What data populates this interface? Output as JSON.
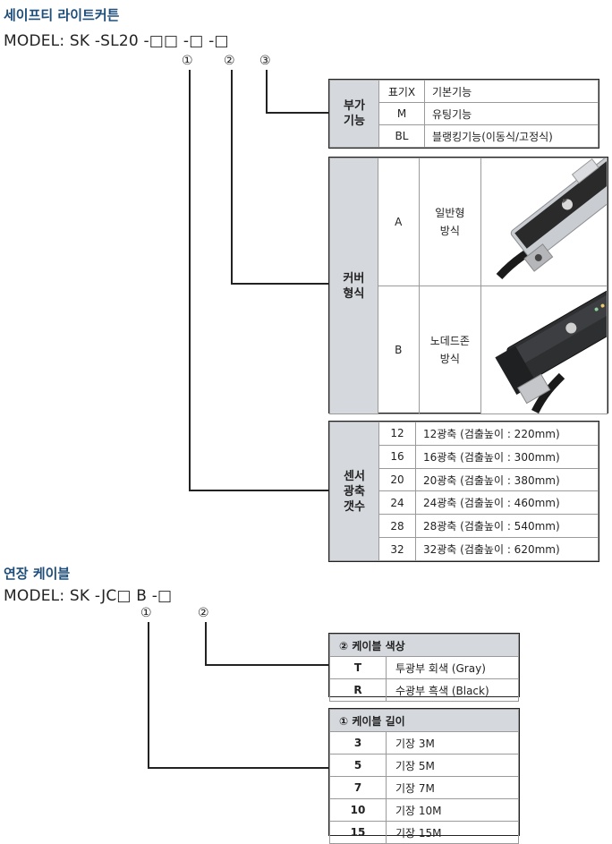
{
  "section1": {
    "title": "세이프티 라이트커튼",
    "model": "MODEL: SK -SL20 -□□ -□ -□",
    "markers": [
      "①",
      "②",
      "③"
    ]
  },
  "options_table": {
    "header": "부가\n기능",
    "rows": [
      {
        "code": "표기X",
        "desc": "기본기능"
      },
      {
        "code": "M",
        "desc": "유팅기능"
      },
      {
        "code": "BL",
        "desc": "블랭킹기능(이동식/고정식)"
      }
    ]
  },
  "cover_table": {
    "header": "커버\n형식",
    "rows": [
      {
        "code": "A",
        "desc": "일반형\n방식",
        "image": "sensor-standard-cover-photo"
      },
      {
        "code": "B",
        "desc": "노데드존\n방식",
        "image": "sensor-no-deadzone-cover-photo"
      }
    ]
  },
  "axis_table": {
    "header": "센서\n광축\n갯수",
    "rows": [
      {
        "code": "12",
        "desc": "12광축 (검출높이 : 220mm)"
      },
      {
        "code": "16",
        "desc": "16광축 (검출높이 : 300mm)"
      },
      {
        "code": "20",
        "desc": "20광축 (검출높이 : 380mm)"
      },
      {
        "code": "24",
        "desc": "24광축 (검출높이 : 460mm)"
      },
      {
        "code": "28",
        "desc": "28광축 (검출높이 : 540mm)"
      },
      {
        "code": "32",
        "desc": "32광축 (검출높이 : 620mm)"
      }
    ]
  },
  "section2": {
    "title": "연장 케이블",
    "model": "MODEL: SK -JC□ B -□",
    "markers": [
      "①",
      "②"
    ]
  },
  "color_table": {
    "header": "② 케이블 색상",
    "rows": [
      {
        "code": "T",
        "desc": "투광부 회색 (Gray)"
      },
      {
        "code": "R",
        "desc": "수광부 흑색 (Black)"
      }
    ]
  },
  "length_table": {
    "header": "① 케이블 길이",
    "rows": [
      {
        "code": "3",
        "desc": "기장 3M"
      },
      {
        "code": "5",
        "desc": "기장 5M"
      },
      {
        "code": "7",
        "desc": "기장 7M"
      },
      {
        "code": "10",
        "desc": "기장 10M"
      },
      {
        "code": "15",
        "desc": "기장 15M"
      }
    ]
  }
}
